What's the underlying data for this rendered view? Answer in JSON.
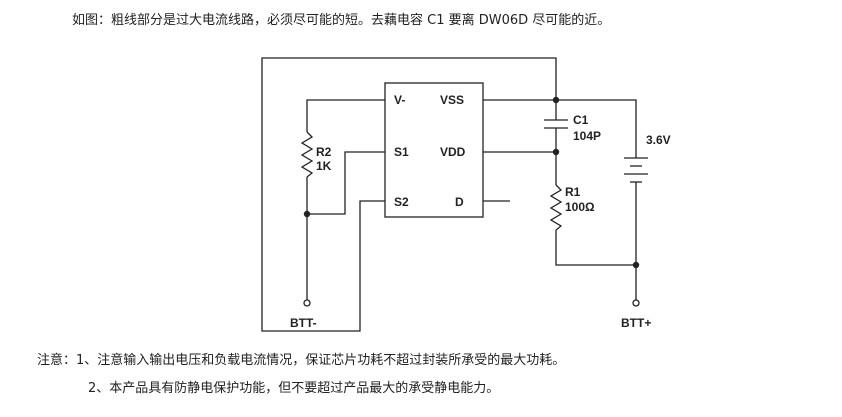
{
  "intro": "如图：粗线部分是过大电流线路，必须尽可能的短。去藕电容 C1 要离 DW06D 尽可能的近。",
  "chip": {
    "pins": [
      "V-",
      "VSS",
      "S1",
      "VDD",
      "S2",
      "D"
    ]
  },
  "components": {
    "r2": {
      "name": "R2",
      "value": "1K"
    },
    "c1": {
      "name": "C1",
      "value": "104P"
    },
    "r1": {
      "name": "R1",
      "value": "100Ω"
    },
    "battery": {
      "value": "3.6V"
    }
  },
  "terminals": {
    "minus": "BTT-",
    "plus": "BTT+"
  },
  "notes": {
    "line1": "注意：1、注意输入输出电压和负载电流情况，保证芯片功耗不超过封装所承受的最大功耗。",
    "line2": "2、本产品具有防静电保护功能，但不要超过产品最大的承受静电能力。"
  }
}
